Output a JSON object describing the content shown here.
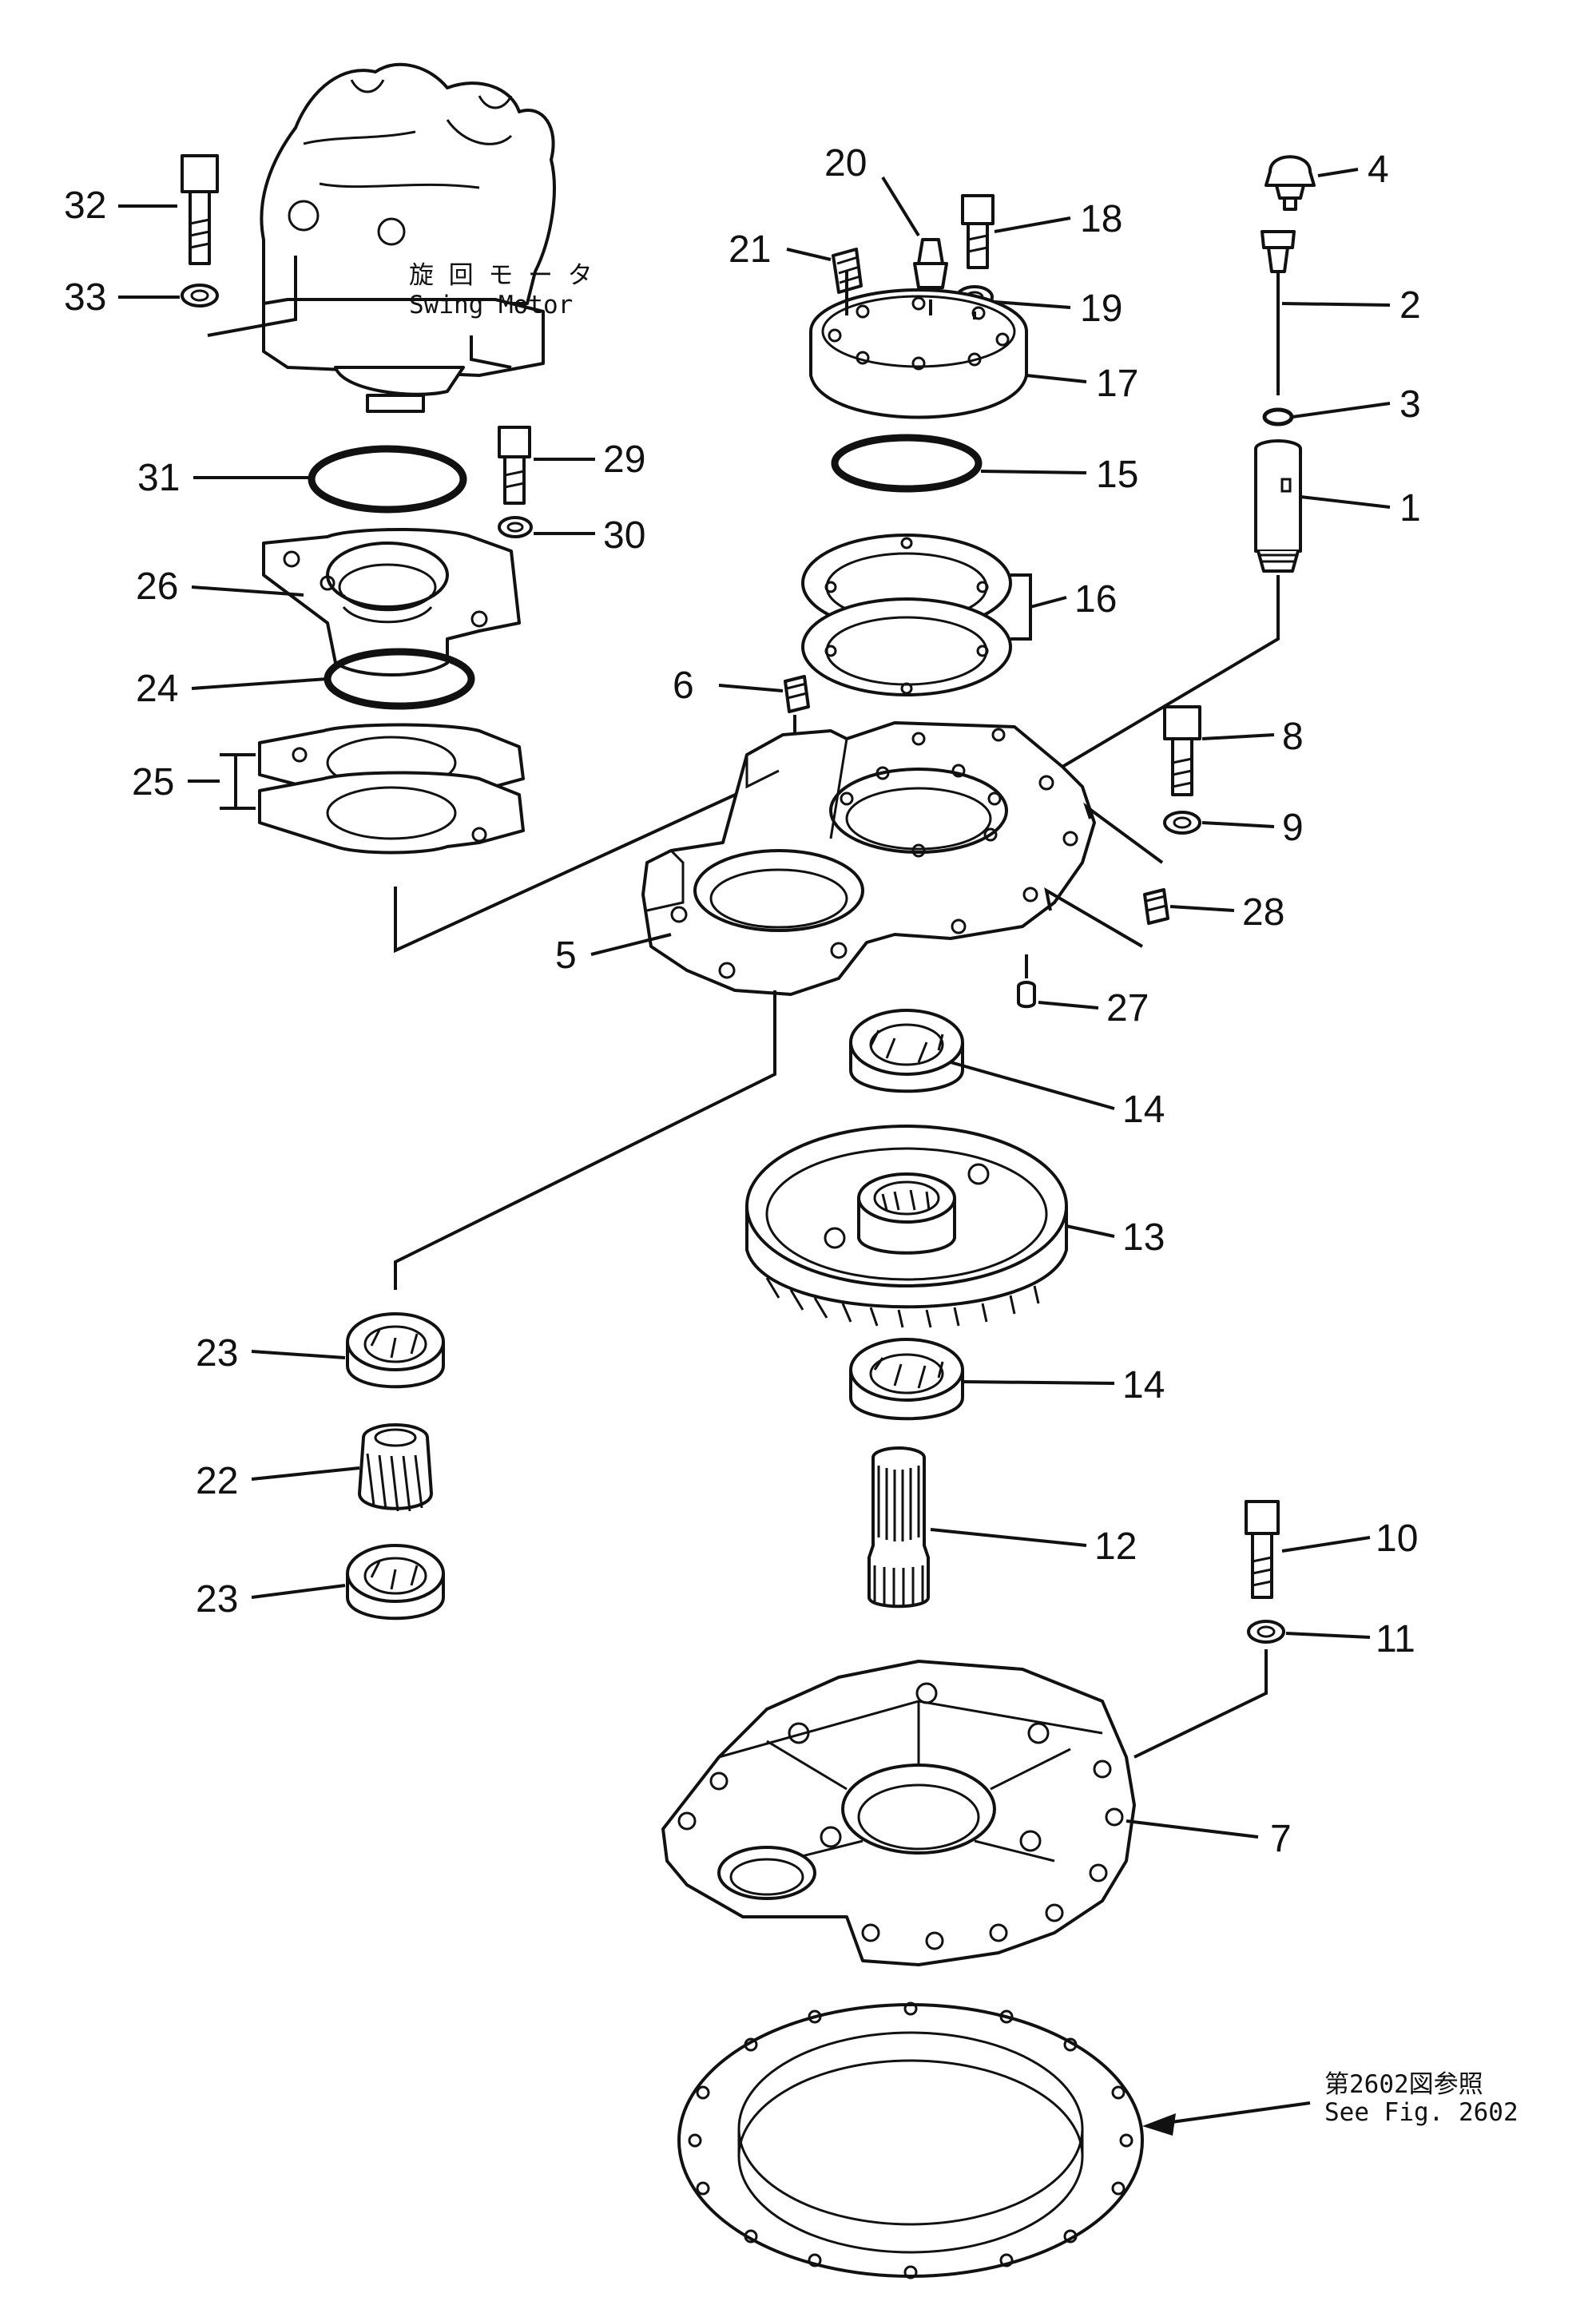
{
  "diagram": {
    "labels": {
      "swing_motor_jp": "旋 回 モ ー タ",
      "swing_motor_en": "Swing Motor",
      "see_fig_jp": "第2602図参照",
      "see_fig_en": "See Fig. 2602"
    },
    "callouts": [
      {
        "id": "c32",
        "text": "32"
      },
      {
        "id": "c33",
        "text": "33"
      },
      {
        "id": "c31",
        "text": "31"
      },
      {
        "id": "c29",
        "text": "29"
      },
      {
        "id": "c30",
        "text": "30"
      },
      {
        "id": "c26",
        "text": "26"
      },
      {
        "id": "c24",
        "text": "24"
      },
      {
        "id": "c25",
        "text": "25"
      },
      {
        "id": "c20",
        "text": "20"
      },
      {
        "id": "c21",
        "text": "21"
      },
      {
        "id": "c18",
        "text": "18"
      },
      {
        "id": "c19",
        "text": "19"
      },
      {
        "id": "c17",
        "text": "17"
      },
      {
        "id": "c15",
        "text": "15"
      },
      {
        "id": "c16",
        "text": "16"
      },
      {
        "id": "c4",
        "text": "4"
      },
      {
        "id": "c2",
        "text": "2"
      },
      {
        "id": "c3",
        "text": "3"
      },
      {
        "id": "c1",
        "text": "1"
      },
      {
        "id": "c6",
        "text": "6"
      },
      {
        "id": "c8",
        "text": "8"
      },
      {
        "id": "c9",
        "text": "9"
      },
      {
        "id": "c28",
        "text": "28"
      },
      {
        "id": "c5",
        "text": "5"
      },
      {
        "id": "c27",
        "text": "27"
      },
      {
        "id": "c14a",
        "text": "14"
      },
      {
        "id": "c13",
        "text": "13"
      },
      {
        "id": "c14b",
        "text": "14"
      },
      {
        "id": "c23a",
        "text": "23"
      },
      {
        "id": "c22",
        "text": "22"
      },
      {
        "id": "c23b",
        "text": "23"
      },
      {
        "id": "c12",
        "text": "12"
      },
      {
        "id": "c10",
        "text": "10"
      },
      {
        "id": "c11",
        "text": "11"
      },
      {
        "id": "c7",
        "text": "7"
      }
    ]
  }
}
